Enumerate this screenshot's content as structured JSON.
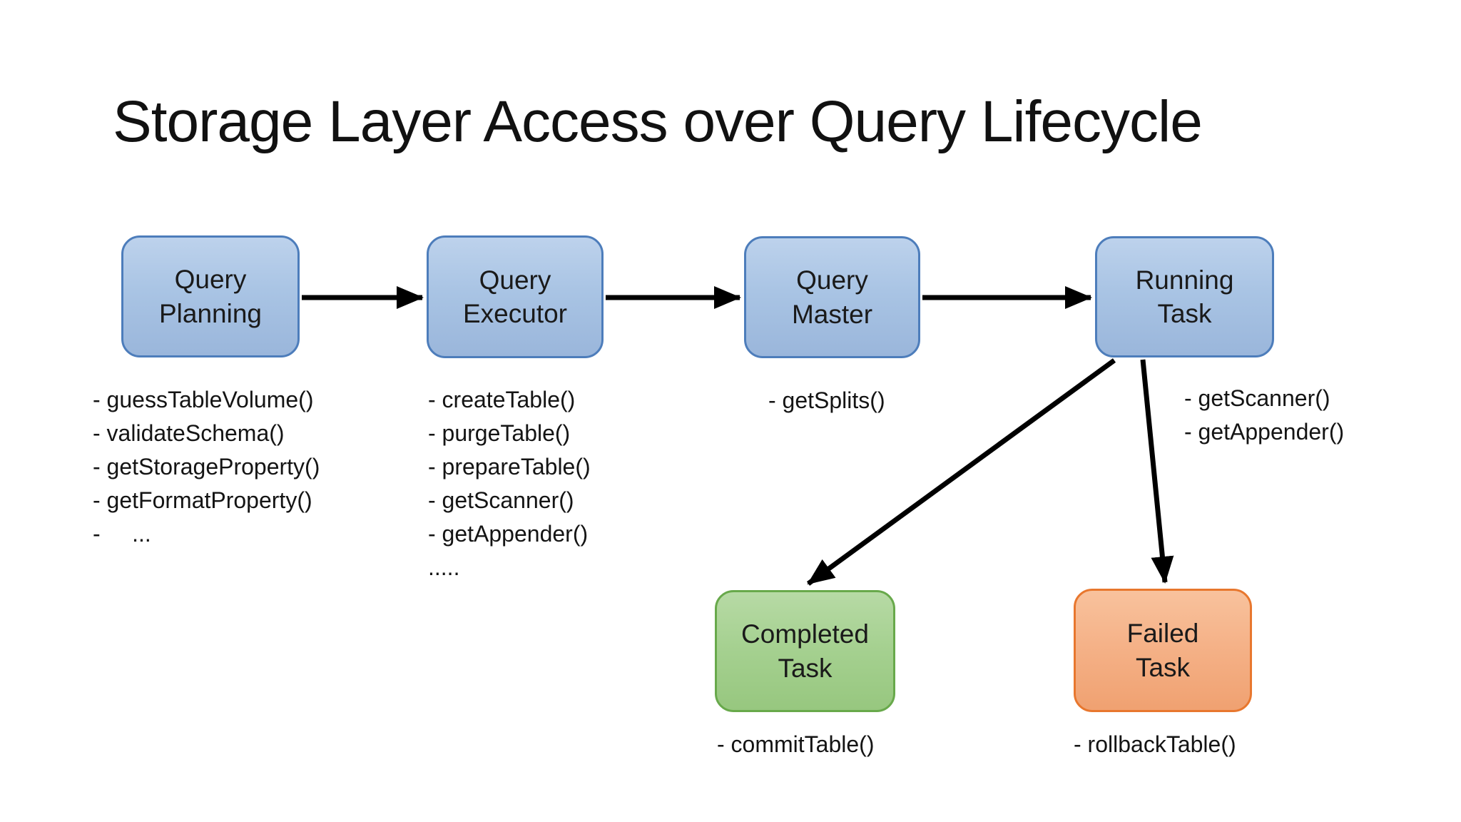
{
  "title": "Storage Layer Access over Query Lifecycle",
  "colors": {
    "background": "#ffffff",
    "arrow": "#000000",
    "blue_border": "#4d7dbb",
    "green_border": "#68a94b",
    "orange_border": "#e8772e"
  },
  "nodes": {
    "query_planning": {
      "label": "Query\nPlanning"
    },
    "query_executor": {
      "label": "Query\nExecutor"
    },
    "query_master": {
      "label": "Query\nMaster"
    },
    "running_task": {
      "label": "Running\nTask"
    },
    "completed_task": {
      "label": "Completed\nTask"
    },
    "failed_task": {
      "label": "Failed\nTask"
    }
  },
  "method_lists": {
    "query_planning": [
      "- guessTableVolume()",
      "- validateSchema()",
      "- getStorageProperty()",
      "- getFormatProperty()",
      "-     ..."
    ],
    "query_executor": [
      "- createTable()",
      "- purgeTable()",
      "- prepareTable()",
      "- getScanner()",
      "- getAppender()",
      "....."
    ],
    "query_master": [
      "- getSplits()"
    ],
    "running_task": [
      "- getScanner()",
      "- getAppender()"
    ],
    "completed_task": [
      "- commitTable()"
    ],
    "failed_task": [
      "- rollbackTable()"
    ]
  }
}
